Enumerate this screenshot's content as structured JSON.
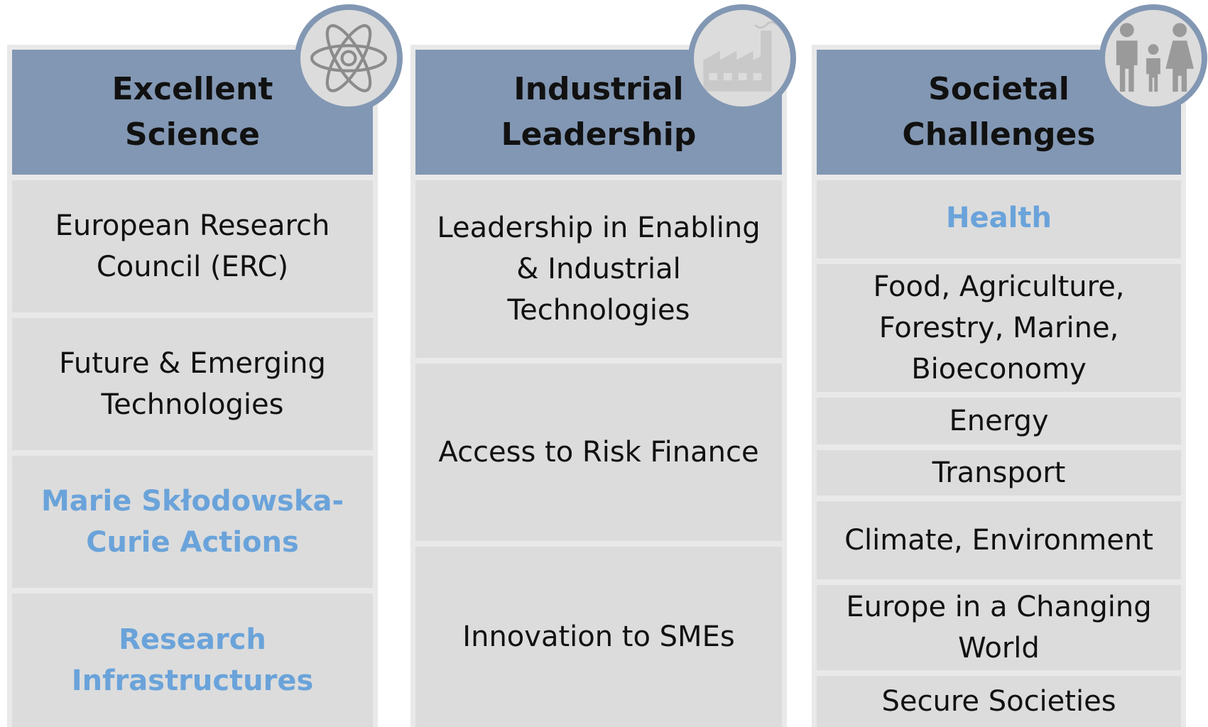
{
  "columns": [
    {
      "title_line1": "Excellent",
      "title_line2": "Science",
      "icon": "atom-icon",
      "items": [
        {
          "text": "European Research Council (ERC)",
          "highlight": false
        },
        {
          "text": "Future & Emerging Technologies",
          "highlight": false
        },
        {
          "text": "Marie Skłodowska-Curie Actions",
          "highlight": true
        },
        {
          "text": "Research Infrastructures",
          "highlight": true
        }
      ]
    },
    {
      "title_line1": "Industrial",
      "title_line2": "Leadership",
      "icon": "factory-icon",
      "items": [
        {
          "text": "Leadership in Enabling & Industrial Technologies",
          "highlight": false
        },
        {
          "text": "Access to Risk Finance",
          "highlight": false
        },
        {
          "text": "Innovation to SMEs",
          "highlight": false
        }
      ]
    },
    {
      "title_line1": "Societal",
      "title_line2": "Challenges",
      "icon": "family-icon",
      "items": [
        {
          "text": "Health",
          "highlight": true
        },
        {
          "text": "Food, Agriculture, Forestry, Marine, Bioeconomy",
          "highlight": false
        },
        {
          "text": "Energy",
          "highlight": false
        },
        {
          "text": "Transport",
          "highlight": false
        },
        {
          "text": "Climate, Environment",
          "highlight": false
        },
        {
          "text": "Europe in a Changing World",
          "highlight": false
        },
        {
          "text": "Secure Societies",
          "highlight": false
        }
      ]
    }
  ],
  "colors": {
    "header": "#8297b3",
    "cell": "#dcdcdc",
    "highlight_text": "#6aa3da"
  }
}
